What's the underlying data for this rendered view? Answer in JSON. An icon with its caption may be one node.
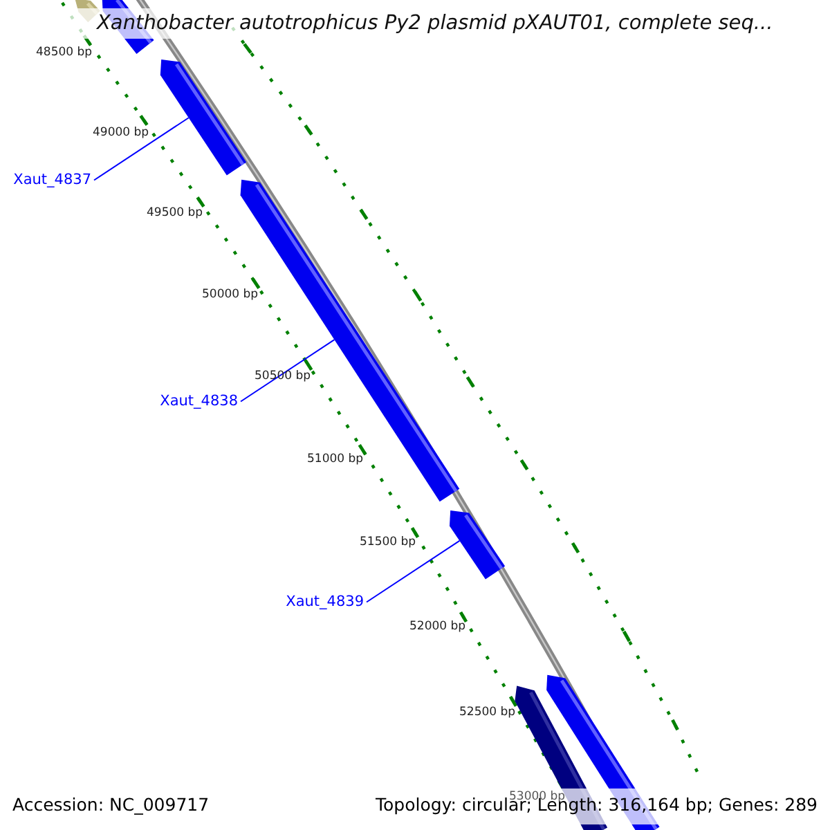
{
  "diagram": {
    "title": "Xanthobacter autotrophicus Py2 plasmid pXAUT01, complete seq...",
    "nodes": [
      {
        "text": [
          "Xaut_4837"
        ]
      },
      {
        "text": [],
        "shape": "bar"
      },
      {
        "text": [
          "Xaut_4838"
        ]
      },
      {
        "text": [],
        "shape": "bar"
      },
      {
        "text": [
          "Xaut_4839"
        ]
      },
      {
        "text": [],
        "shape": "bar"
      }
    ],
    "edges": [
      {
        "from": 0,
        "to": 1,
        "arrow": "none"
      },
      {
        "from": 2,
        "to": 3,
        "arrow": "none"
      },
      {
        "from": 4,
        "to": 5,
        "arrow": "none"
      }
    ],
    "labels": [
      "48500 bp",
      "49000 bp",
      "49500 bp",
      "50000 bp",
      "50500 bp",
      "51000 bp",
      "51500 bp",
      "52000 bp",
      "52500 bp",
      "53000 bp",
      "Accession: NC_009717",
      "Topology: circular; Length: 316,164 bp; Genes: 289"
    ]
  }
}
